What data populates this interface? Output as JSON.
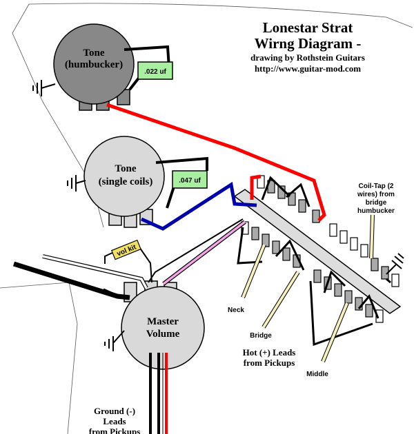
{
  "title": {
    "line1": "Lonestar Strat",
    "line2": "Wirng Diagram -",
    "line3": "drawing by Rothstein Guitars",
    "line4": "http://www.guitar-mod.com"
  },
  "pots": {
    "tone_humbucker": {
      "line1": "Tone",
      "line2": "(humbucker)"
    },
    "tone_single": {
      "line1": "Tone",
      "line2": "(single coils)"
    },
    "master_volume": {
      "line1": "Master",
      "line2": "Volume"
    }
  },
  "capacitors": {
    "cap1": ".022 uf",
    "cap2": ".047 uf"
  },
  "vol_kit": "vol kit",
  "labels": {
    "coil_tap": [
      "Coil-Tap (2",
      "wires) from",
      "bridge",
      "humbucker"
    ],
    "neck": "Neck",
    "bridge": "Bridge",
    "middle": "Middle",
    "hot_leads": [
      "Hot (+) Leads",
      "from Pickups"
    ],
    "ground_leads": [
      "Ground (-)",
      "Leads",
      "from Pickups"
    ]
  },
  "colors": {
    "red_wire": "#ff0000",
    "blue_wire": "#0000aa",
    "pink_wire": "#f2a6e6",
    "cap_green": "#a8f0a0",
    "vol_kit_yellow": "#f0e060",
    "lead_cream": "#f6f0c0",
    "pot_dark": "#888888",
    "pot_light": "#d9d9d9",
    "switch_body": "#dddddd"
  }
}
